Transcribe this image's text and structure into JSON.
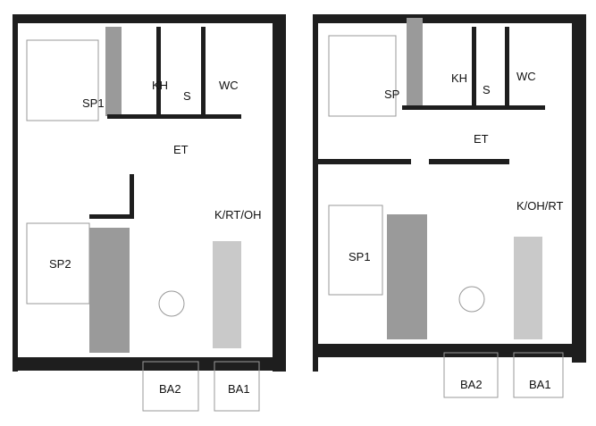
{
  "plans": [
    {
      "rooms": [
        "SP1",
        "KH",
        "S",
        "WC",
        "ET",
        "K/RT/OH",
        "SP2"
      ],
      "balconies": [
        "BA2",
        "BA1"
      ]
    },
    {
      "rooms": [
        "SP",
        "KH",
        "S",
        "WC",
        "ET",
        "K/OH/RT",
        "SP1"
      ],
      "balconies": [
        "BA2",
        "BA1"
      ]
    }
  ]
}
